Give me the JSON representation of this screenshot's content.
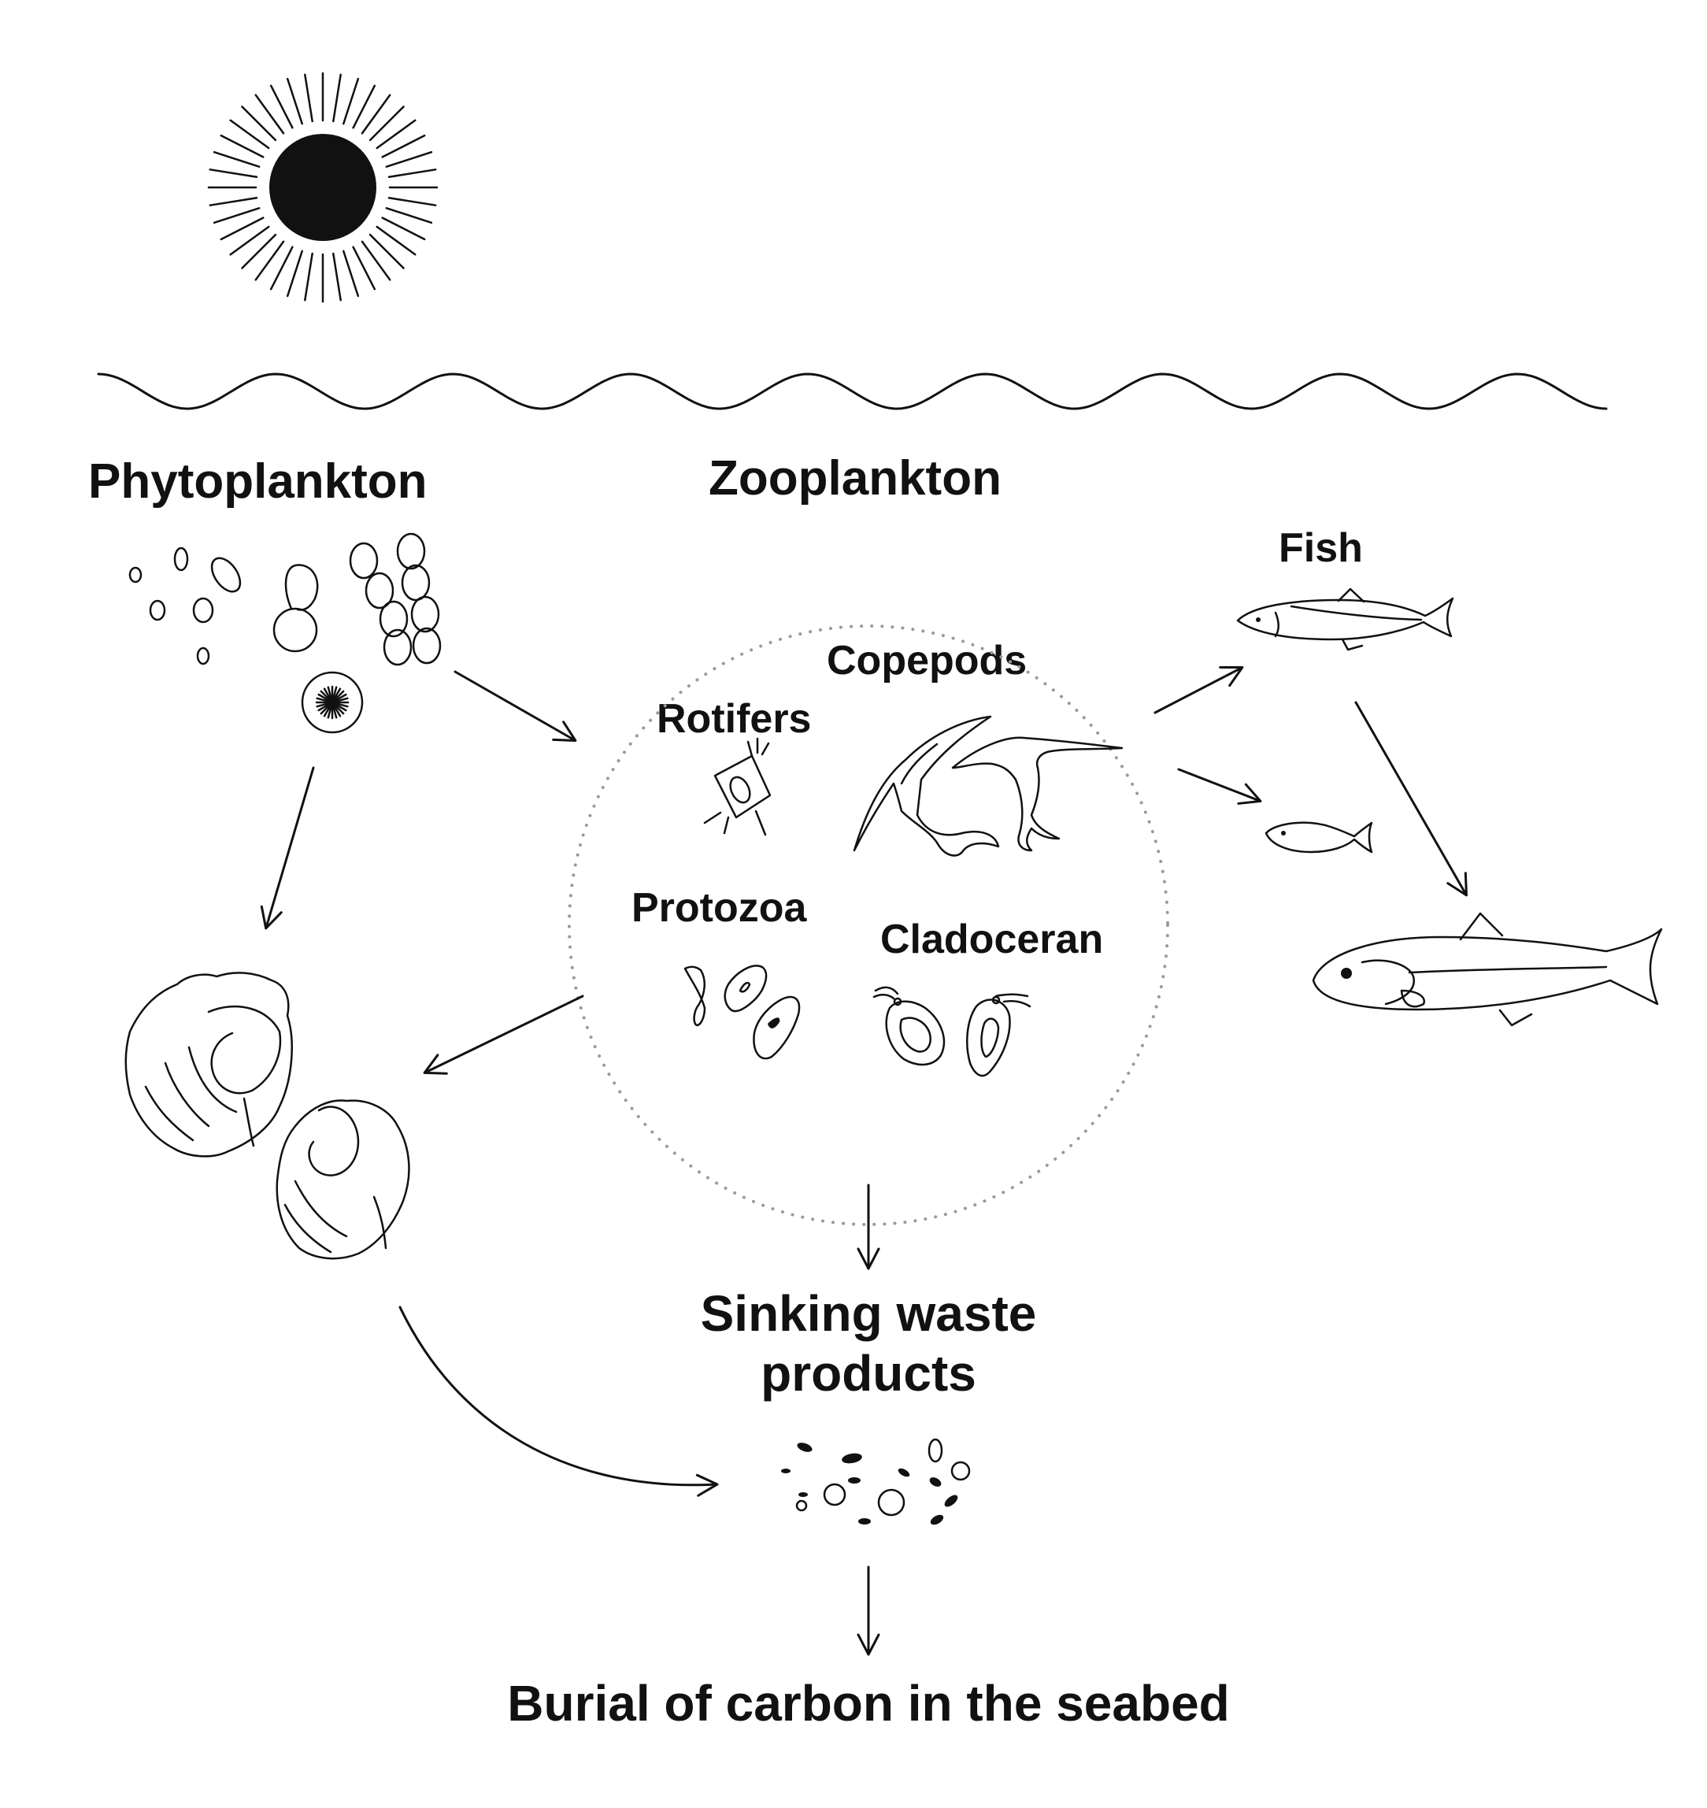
{
  "labels": {
    "phytoplankton": "Phytoplankton",
    "zooplankton": "Zooplankton",
    "fish": "Fish",
    "copepods": "Copepods",
    "rotifers": "Rotifers",
    "protozoa": "Protozoa",
    "cladoceran": "Cladoceran",
    "sinking_waste_line1": "Sinking waste",
    "sinking_waste_line2": "products",
    "burial": "Burial of carbon in the seabed"
  },
  "colors": {
    "ink": "#111111",
    "circle_dots": "#9a9a9a",
    "background": "#ffffff"
  }
}
